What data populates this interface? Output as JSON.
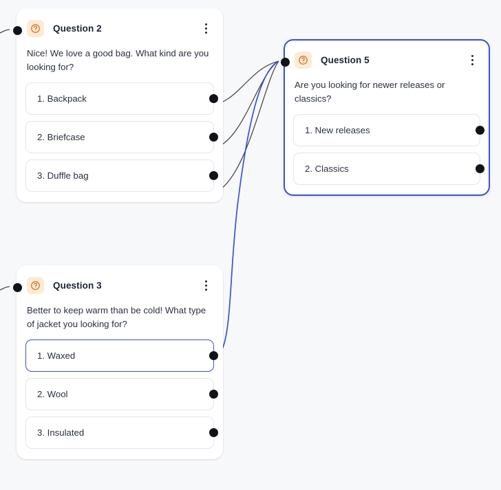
{
  "canvas": {
    "background_color": "#f7f8fa",
    "accent_color": "#3b50d6",
    "icon_badge_color": "#fdebd4",
    "icon_color": "#d2712a",
    "port_color": "#111318",
    "edge_color": "#4a4a4a"
  },
  "nodes": [
    {
      "id": "question-2",
      "title": "Question 2",
      "icon": "question-circle-icon",
      "menu_icon": "kebab-menu-icon",
      "question": "Nice! We love a good bag. What kind are you looking for?",
      "selected": false,
      "options": [
        {
          "label": "1. Backpack",
          "highlighted": false
        },
        {
          "label": "2. Briefcase",
          "highlighted": false
        },
        {
          "label": "3. Duffle bag",
          "highlighted": false
        }
      ]
    },
    {
      "id": "question-5",
      "title": "Question 5",
      "icon": "question-circle-icon",
      "menu_icon": "kebab-menu-icon",
      "question": "Are you looking for newer releases or classics?",
      "selected": true,
      "options": [
        {
          "label": "1. New releases",
          "highlighted": false
        },
        {
          "label": "2. Classics",
          "highlighted": false
        }
      ]
    },
    {
      "id": "question-3",
      "title": "Question 3",
      "icon": "question-circle-icon",
      "menu_icon": "kebab-menu-icon",
      "question": "Better to keep warm than be cold! What type of jacket you looking for?",
      "selected": false,
      "options": [
        {
          "label": "1. Waxed",
          "highlighted": true
        },
        {
          "label": "2. Wool",
          "highlighted": false
        },
        {
          "label": "3. Insulated",
          "highlighted": false
        }
      ]
    }
  ],
  "edges": [
    {
      "from": "question-2.option-1",
      "to": "question-5.input",
      "color": "#4a4a4a",
      "selected": false
    },
    {
      "from": "question-2.option-2",
      "to": "question-5.input",
      "color": "#4a4a4a",
      "selected": false
    },
    {
      "from": "question-2.option-3",
      "to": "question-5.input",
      "color": "#4a4a4a",
      "selected": false
    },
    {
      "from": "question-3.option-1",
      "to": "question-5.input",
      "color": "#3b50d6",
      "selected": true
    }
  ]
}
